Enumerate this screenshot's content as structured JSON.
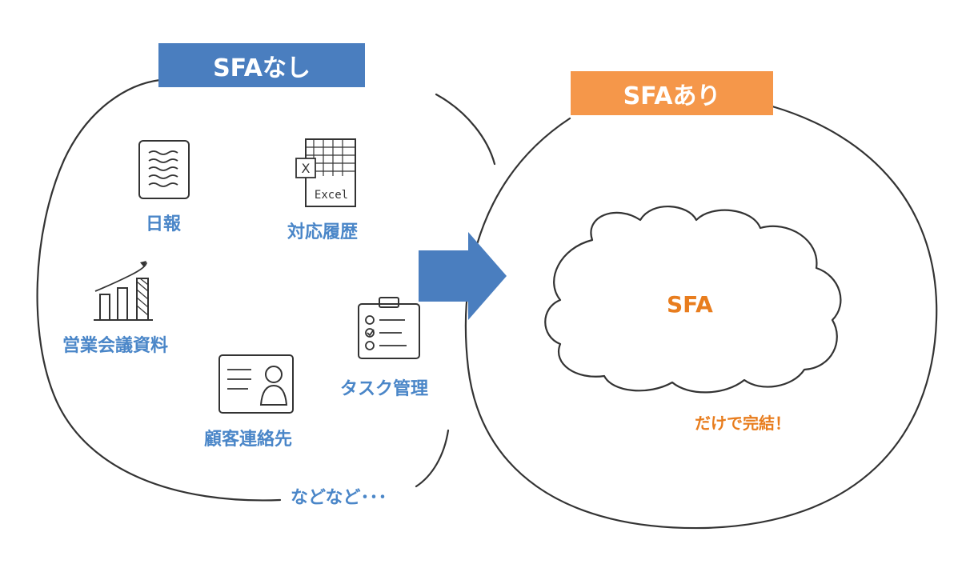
{
  "left": {
    "title": "SFAなし",
    "items": {
      "daily_report": "日報",
      "history": "対応履歴",
      "meeting_docs": "営業会議資料",
      "contacts": "顧客連絡先",
      "tasks": "タスク管理"
    },
    "etc": "などなど･･･",
    "excel_text": "Excel",
    "excel_x": "X"
  },
  "right": {
    "title": "SFAあり",
    "center": "SFA",
    "caption": "だけで完結！"
  },
  "colors": {
    "blue": "#4a7ebf",
    "orange": "#f5974a",
    "label_blue": "#4a86c8",
    "label_orange": "#e87d1e"
  }
}
